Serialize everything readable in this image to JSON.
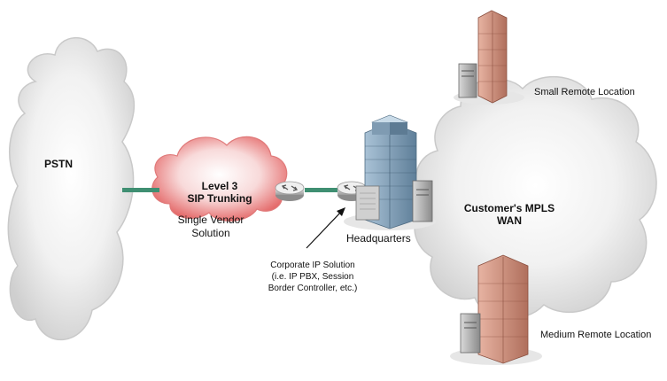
{
  "nodes": {
    "pstn": {
      "label": "PSTN"
    },
    "level3": {
      "line1": "Level 3",
      "line2": "SIP Trunking"
    },
    "single_vendor": {
      "line1": "Single Vendor",
      "line2": "Solution"
    },
    "headquarters": {
      "label": "Headquarters"
    },
    "mpls": {
      "line1": "Customer's MPLS",
      "line2": "WAN"
    },
    "small_remote": {
      "label": "Small Remote Location"
    },
    "medium_remote": {
      "label": "Medium Remote Location"
    }
  },
  "annotation": {
    "line1": "Corporate IP Solution",
    "line2": "(i.e. IP PBX, Session",
    "line3": "Border Controller, etc.)"
  },
  "colors": {
    "cloud_gray": "#e3e3e3",
    "cloud_red": "#ee7f7f",
    "link_green": "#3f8f72",
    "tower_blue": "#6e8fa8",
    "tower_brick": "#c98a78"
  },
  "icons": [
    "router-icon",
    "server-icon",
    "building-icon"
  ]
}
